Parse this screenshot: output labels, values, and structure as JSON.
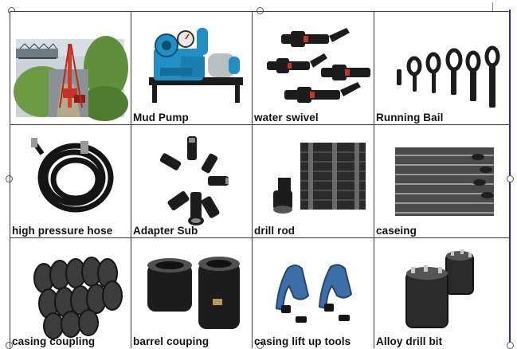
{
  "catalog": {
    "items": [
      {
        "key": "drill-rig",
        "label": ""
      },
      {
        "key": "mud-pump",
        "label": "Mud Pump"
      },
      {
        "key": "water-swivel",
        "label": "water swivel"
      },
      {
        "key": "running-bail",
        "label": "Running Bail"
      },
      {
        "key": "high-pressure-hose",
        "label": "high pressure hose"
      },
      {
        "key": "adapter-sub",
        "label": "Adapter Sub"
      },
      {
        "key": "drill-rod",
        "label": "drill rod"
      },
      {
        "key": "caseing",
        "label": "caseing"
      },
      {
        "key": "casing-coupling",
        "label": "casing coupling"
      },
      {
        "key": "barrel-couping",
        "label": "barrel couping"
      },
      {
        "key": "casing-lift-up-tools",
        "label": "casing lift up tools"
      },
      {
        "key": "alloy-drill-bit",
        "label": "Alloy drill bit"
      }
    ]
  },
  "colors": {
    "grid_line": "#3a3a3a",
    "pump_blue": "#1f8fc4",
    "metal_dark": "#1c1c1c",
    "lift_tool_blue": "#3c6fa6",
    "foliage_green": "#5f8f3a"
  }
}
